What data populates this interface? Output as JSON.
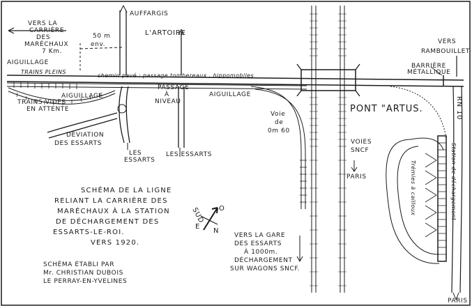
{
  "labels": {
    "carriere": [
      "VERS LA",
      "CARRIÈRE",
      "DES",
      "MARÉCHAUX",
      "7 Km."
    ],
    "aiguillage_left": "AIGUILLAGE",
    "trains_pleins": "TRAINS PLEINS",
    "trains_vides": [
      "TRAINS VIDES",
      "EN ATTENTE"
    ],
    "aiguillage_mid": "AIGUILLAGE",
    "fifty": [
      "50 m",
      "env."
    ],
    "auffargis": "AUFFARGIS",
    "lartoire": "L'ARTOIRE",
    "chemin": "chemin pavé : passage tombereaux , hippomobiles",
    "passage": [
      "PASSAGE",
      "À",
      "NIVEAU"
    ],
    "aiguillage_right": "AIGUILLAGE",
    "deviation": [
      "DÉVIATION",
      "DES ESSARTS"
    ],
    "les_essarts_1": [
      "LES",
      "ESSARTS"
    ],
    "les_essarts_2": "LES ESSARTS",
    "voie": [
      "Voie",
      "de",
      "0m 60"
    ],
    "pont": "PONT \"ARTUS.",
    "voies_sncf": [
      "VOIES",
      "SNCF"
    ],
    "paris_mid": "PARIS",
    "rambouillet": [
      "VERS",
      "RAMBOUILLET"
    ],
    "barriere": [
      "BARRIÈRE",
      "MÉTALLIQUE"
    ],
    "rn10": "RN 10",
    "tremies": "Trémies à cailloux",
    "station": "Station de déchargement",
    "paris_bottom": "PARIS",
    "title": [
      "SCHÉMA DE LA LIGNE",
      "RELIANT LA CARRIÈRE DES",
      "MARÉCHAUX À LA STATION",
      "DE DÉCHARGEMENT DES",
      "ESSARTS-LE-ROI.",
      "VERS 1920."
    ],
    "credit": [
      "SCHÉMA ÉTABLI PAR",
      "Mr. CHRISTIAN DUBOIS",
      "LE PERRAY-EN-YVELINES"
    ],
    "gare": [
      "VERS LA GARE",
      "DES ESSARTS",
      "À 1000m.",
      "DÉCHARGEMENT",
      "SUR WAGONS SNCF."
    ],
    "compass": {
      "sud": "SUD",
      "o": "O",
      "e": "E",
      "n": "N"
    }
  }
}
